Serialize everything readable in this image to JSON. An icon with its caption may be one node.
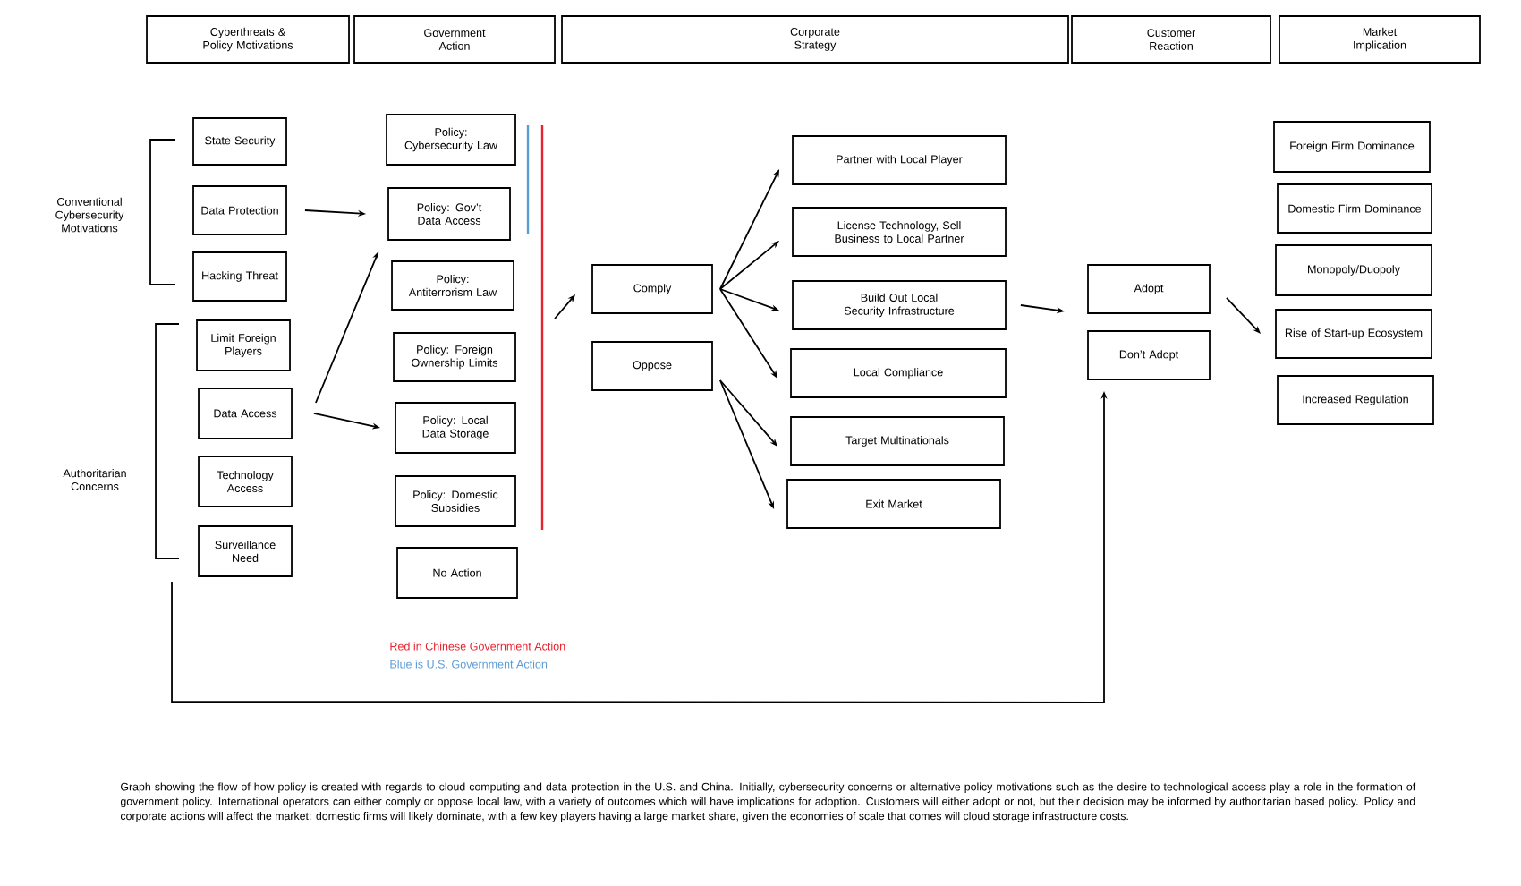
{
  "diagram": {
    "caption": "Graph showing the flow of how policy is created with regards to cloud computing and data protection in the U.S. and China. Initially, cybersecurity concerns or alternative policy motivations such as the desire to technological access play a role in the formation of government policy. International operators can either comply or oppose local law, with a variety of outcomes which will have implications for adoption. Customers will either adopt or not, but their decision may be informed by authoritarian based policy. Policy and corporate actions will affect the market: domestic firms will likely dominate, with a few key players having a large market share, given the economies of scale that comes will cloud storage infrastructure costs.",
    "nodes": [
      {
        "text": [
          "Cyberthreats & Policy Motivations"
        ]
      },
      {
        "text": [
          "Government Action"
        ]
      },
      {
        "text": [
          "Corporate Strategy"
        ]
      },
      {
        "text": [
          "Customer Reaction"
        ]
      },
      {
        "text": [
          "Market Implication"
        ]
      },
      {
        "text": [
          "State Security"
        ]
      },
      {
        "text": [
          "Data Protection"
        ]
      },
      {
        "text": [
          "Hacking Threat"
        ]
      },
      {
        "text": [
          "Limit Foreign Players"
        ]
      },
      {
        "text": [
          "Data Access"
        ]
      },
      {
        "text": [
          "Technology Access"
        ]
      },
      {
        "text": [
          "Surveillance Need"
        ]
      },
      {
        "text": [
          "Policy: Cybersecurity Law"
        ]
      },
      {
        "text": [
          "Policy: Gov’t Data Access"
        ]
      },
      {
        "text": [
          "Policy: Antiterrorism Law"
        ]
      },
      {
        "text": [
          "Policy: Foreign Ownership Limits"
        ]
      },
      {
        "text": [
          "Policy: Local Data Storage"
        ]
      },
      {
        "text": [
          "Policy: Domestic Subsidies"
        ]
      },
      {
        "text": [
          "No Action"
        ]
      },
      {
        "text": [
          "Comply"
        ]
      },
      {
        "text": [
          "Oppose"
        ]
      },
      {
        "text": [
          "Partner with Local Player"
        ]
      },
      {
        "text": [
          "License Technology, Sell Business to Local Partner"
        ]
      },
      {
        "text": [
          "Build Out Local Security Infrastructure"
        ]
      },
      {
        "text": [
          "Local Compliance"
        ]
      },
      {
        "text": [
          "Target Multinationals"
        ]
      },
      {
        "text": [
          "Exit Market"
        ]
      },
      {
        "text": [
          "Adopt"
        ]
      },
      {
        "text": [
          "Don’t Adopt"
        ]
      },
      {
        "text": [
          "Foreign Firm Dominance"
        ]
      },
      {
        "text": [
          "Domestic Firm Dominance"
        ]
      },
      {
        "text": [
          "Monopoly/Duopoly"
        ]
      },
      {
        "text": [
          "Rise of Start-up Ecosystem"
        ]
      },
      {
        "text": [
          "Increased Regulation"
        ]
      }
    ],
    "edges": [
      {
        "from": 6,
        "to": 13,
        "arrow": "to"
      },
      {
        "from": 9,
        "to": 13,
        "arrow": "to"
      },
      {
        "from": 9,
        "to": 16,
        "arrow": "to"
      },
      {
        "from": null,
        "to": 19,
        "arrow": "to"
      },
      {
        "from": 19,
        "to": 21,
        "arrow": "to"
      },
      {
        "from": 19,
        "to": 22,
        "arrow": "to"
      },
      {
        "from": 19,
        "to": 23,
        "arrow": "to"
      },
      {
        "from": 19,
        "to": 24,
        "arrow": "to"
      },
      {
        "from": 20,
        "to": 25,
        "arrow": "to"
      },
      {
        "from": 20,
        "to": 26,
        "arrow": "to"
      },
      {
        "from": 23,
        "to": null,
        "arrow": "to"
      },
      {
        "from": 27,
        "to": 32,
        "arrow": "to"
      },
      {
        "from": null,
        "to": 28,
        "arrow": "to"
      }
    ],
    "labels": [
      "Conventional Cybersecurity Motivations",
      "Authoritarian Concerns"
    ],
    "legend": [
      {
        "text": "Red in Chinese Government Action",
        "color": "#e8232f"
      },
      {
        "text": "Blue is U.S. Government Action",
        "color": "#5b9bd5"
      }
    ]
  }
}
